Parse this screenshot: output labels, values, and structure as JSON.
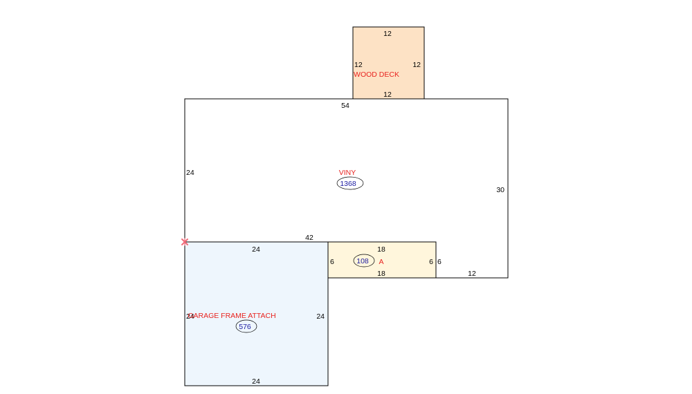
{
  "colors": {
    "label": "#e8231f",
    "area_text": "#1a1aa0",
    "outline": "#000000",
    "deck_fill": "#fde2c5",
    "garage_fill": "#eef6fd",
    "room_a_fill": "#fff6dc",
    "marker": "#f06c7a"
  },
  "sketch": {
    "wood_deck": {
      "label": "WOOD DECK",
      "dims": {
        "top": "12",
        "left": "12",
        "right": "12",
        "bottom": "12"
      }
    },
    "main": {
      "label": "VINY",
      "area": "1368",
      "dims": {
        "top": "54",
        "left": "24",
        "right": "30",
        "step": "42",
        "bottom_right": "12"
      }
    },
    "room_a": {
      "label": "A",
      "area": "108",
      "dims": {
        "top": "18",
        "bottom": "18",
        "left": "6",
        "right": "6",
        "right_outer": "6"
      }
    },
    "garage": {
      "label": "GARAGE FRAME ATTACH",
      "area": "576",
      "dims": {
        "top": "24",
        "bottom": "24",
        "left": "24",
        "right": "24"
      }
    }
  }
}
